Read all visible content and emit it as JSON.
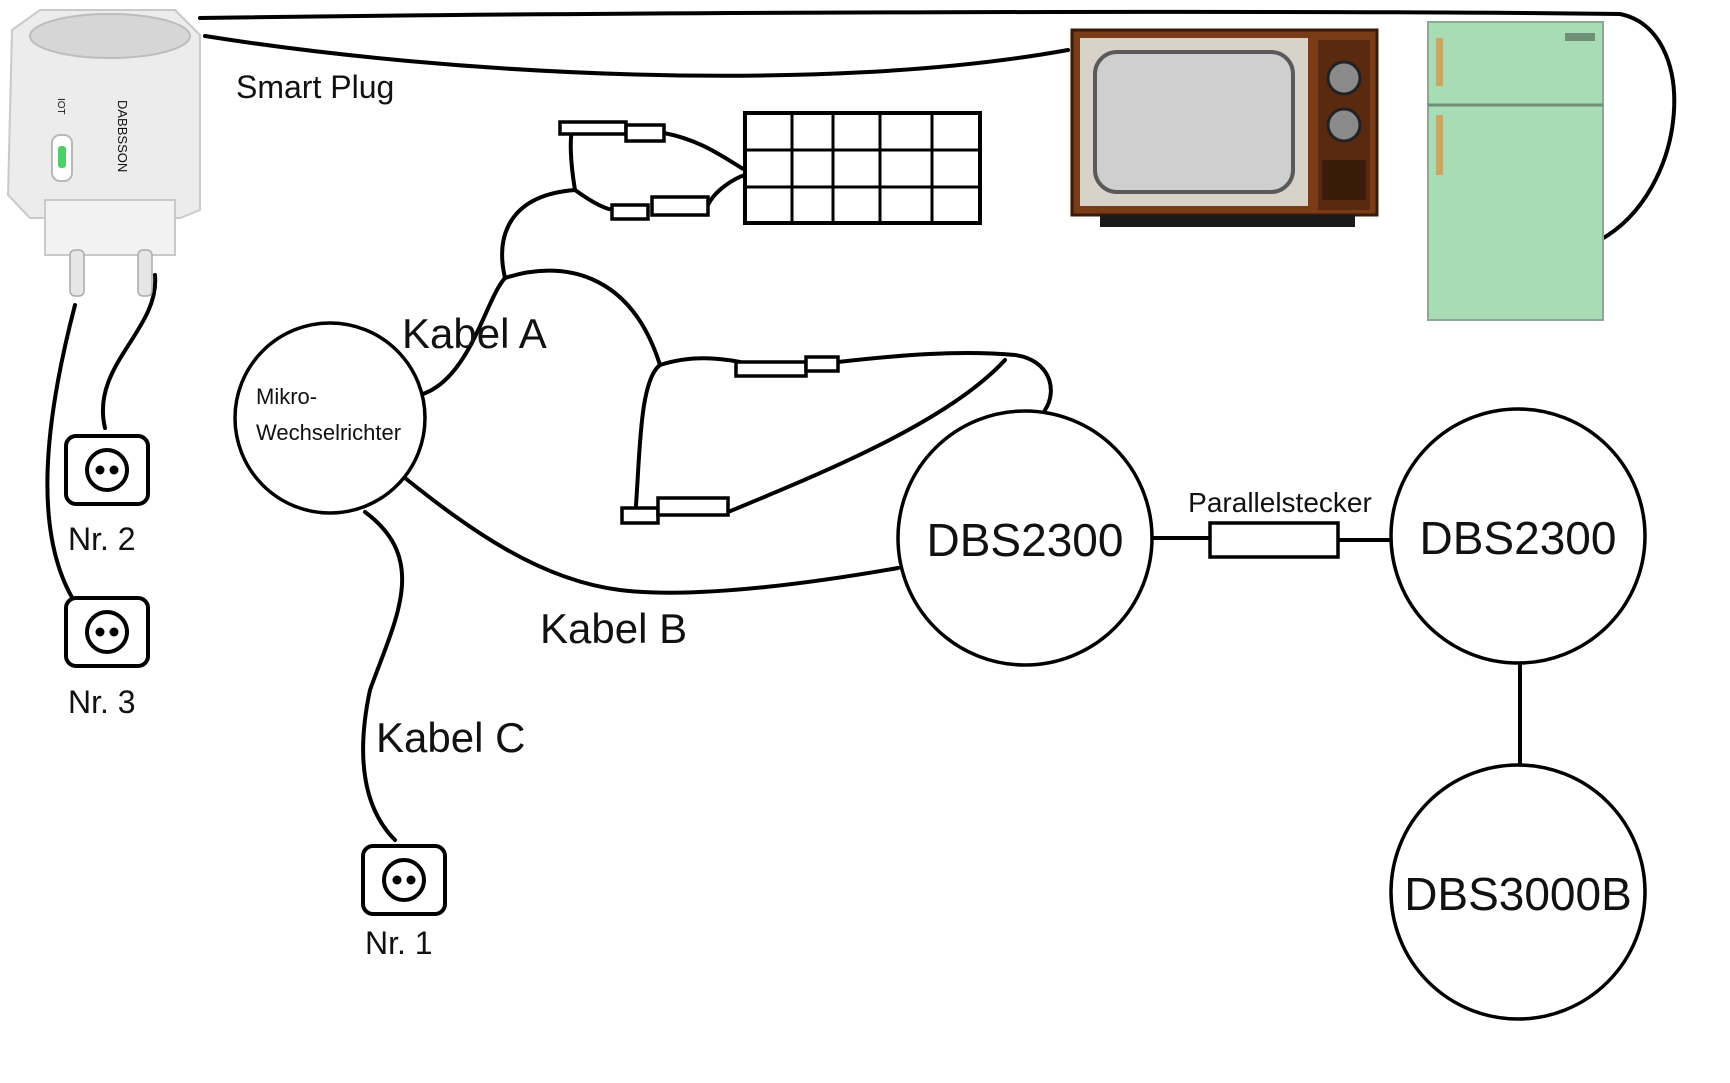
{
  "diagram": {
    "smart_plug": {
      "label": "Smart Plug",
      "brand": "DABBSSON",
      "badge": "IOT"
    },
    "inverter": {
      "line1": "Mikro-",
      "line2": "Wechselrichter"
    },
    "cables": {
      "a": "Kabel A",
      "b": "Kabel B",
      "c": "Kabel C"
    },
    "sockets": {
      "nr1": "Nr. 1",
      "nr2": "Nr. 2",
      "nr3": "Nr. 3"
    },
    "batteries": {
      "main": "DBS2300",
      "second": "DBS2300",
      "expansion": "DBS3000B"
    },
    "parallel_connector": "Parallelstecker",
    "colors": {
      "tv_wood": "#7a3b17",
      "tv_screen": "#cfcfcf",
      "fridge": "#a8dcb4",
      "plug_body": "#ececec",
      "plug_indicator": "#4fcf6a"
    }
  }
}
